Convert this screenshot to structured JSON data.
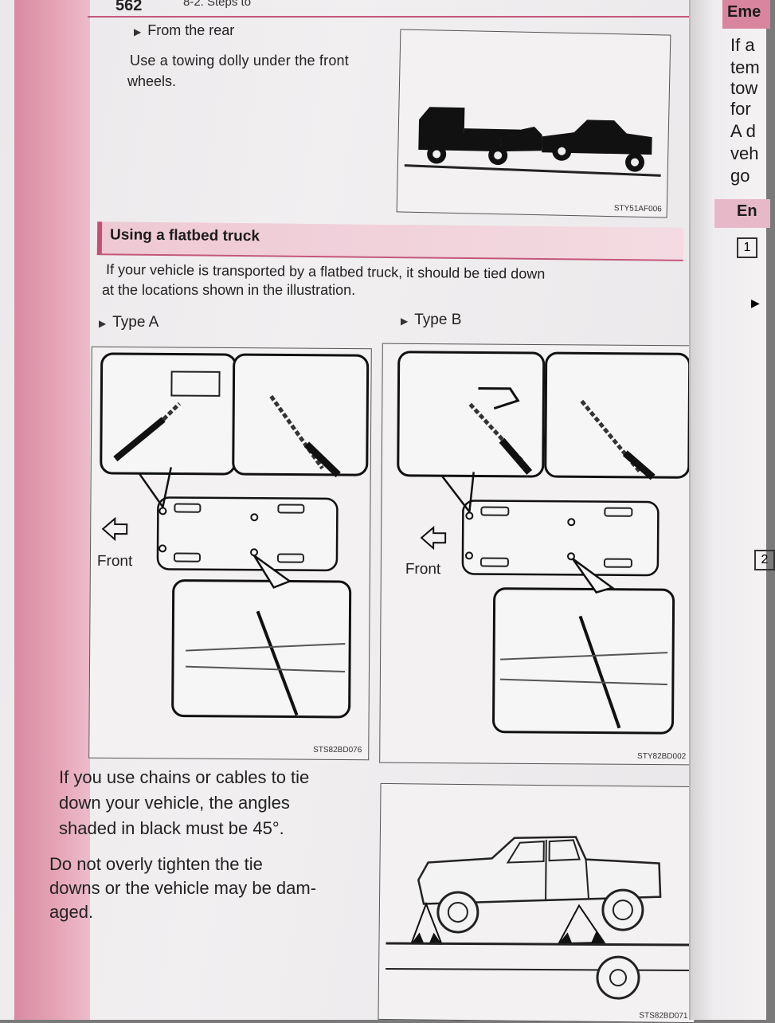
{
  "header": {
    "page_number": "562",
    "chapter": "8-2. Steps to"
  },
  "rear": {
    "heading": "From the rear",
    "text_line1": "Use a towing dolly under the front",
    "text_line2": "wheels.",
    "figure_code": "STY51AF006"
  },
  "flatbed": {
    "section_title": "Using a flatbed truck",
    "intro_line1": "If your vehicle is transported by a flatbed truck, it should be tied down",
    "intro_line2": "at the locations shown in the illustration.",
    "type_a": {
      "label": "Type A",
      "front_label": "Front",
      "figure_code": "STS82BD076"
    },
    "type_b": {
      "label": "Type B",
      "front_label": "Front",
      "figure_code": "STY82BD002"
    }
  },
  "chains": {
    "lines": [
      "If you use chains or cables to tie",
      "down your vehicle, the angles",
      "shaded in black must be 45°."
    ],
    "caution_lines": [
      "Do not overly tighten the tie",
      "downs or the vehicle may be dam-",
      "aged."
    ],
    "figure_code": "STS82BD071"
  },
  "right_page": {
    "heading_fragment": "Eme",
    "fragments": [
      "If a",
      "tem",
      "tow",
      "for",
      "A d",
      "veh",
      "go"
    ],
    "sub_heading_fragment": "En",
    "step_1": "1",
    "step_2": "2"
  },
  "colors": {
    "accent_pink": "#c64e77",
    "margin_pink": "#e3a0b4"
  }
}
